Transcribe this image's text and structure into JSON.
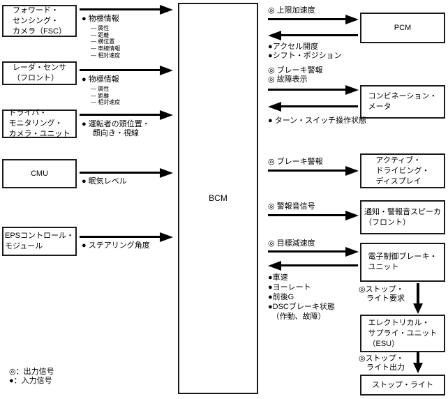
{
  "diagram": {
    "center_label": "BCM",
    "legend": {
      "output": "◎：出力信号",
      "input": "●：入力信号"
    },
    "left": [
      {
        "box": "フォワード・\nセンシング・\nカメラ（FSC）",
        "signal": "● 物標情報",
        "subs": [
          "— 属性",
          "— 距離",
          "— 横位置",
          "— 車線情報",
          "— 相対速度"
        ]
      },
      {
        "box": "レーダ・センサ\n（フロント）",
        "signal": "● 物標情報",
        "subs": [
          "— 属性",
          "— 距離",
          "— 相対速度"
        ]
      },
      {
        "box": "ドライバ・\nモニタリング・\nカメラ・ユニット",
        "signal": "● 運転者の頭位置・\n顔向き・視線"
      },
      {
        "box": "CMU",
        "signal": "● 眠気レベル"
      },
      {
        "box": "EPSコントロール・\nモジュール",
        "signal": "● ステアリング角度"
      }
    ],
    "right": [
      {
        "box": "PCM",
        "out_1": "◎ 上限加速度",
        "in_1": "●アクセル開度",
        "in_2": "●シフト・ポジション"
      },
      {
        "box": "コンビネーション・\nメータ",
        "out_1": "◎ ブレーキ警報",
        "out_2": "◎ 故障表示",
        "in_1": "● ターン・スイッチ操作状態"
      },
      {
        "box": "アクティブ・\nドライビング・\nディスプレイ",
        "out_1": "◎ ブレーキ警報"
      },
      {
        "box": "通知・警報音スピーカ\n（フロント）",
        "out_1": "◎ 警報音信号"
      },
      {
        "box": "電子制御ブレーキ・\nユニット",
        "out_1": "◎ 目標減速度",
        "in_1": "●車速",
        "in_2": "●ヨーレート",
        "in_3": "●前後G",
        "in_4": "●DSCブレーキ状態",
        "in_5": "　（作動、故障）"
      },
      {
        "box": "エレクトリカル・\nサプライ・ユニット\n（ESU）",
        "out_1": "◎ストップ・\n　ライト要求"
      },
      {
        "box": "ストップ・ライト",
        "out_1": "◎ストップ・\n　ライト出力"
      }
    ]
  }
}
